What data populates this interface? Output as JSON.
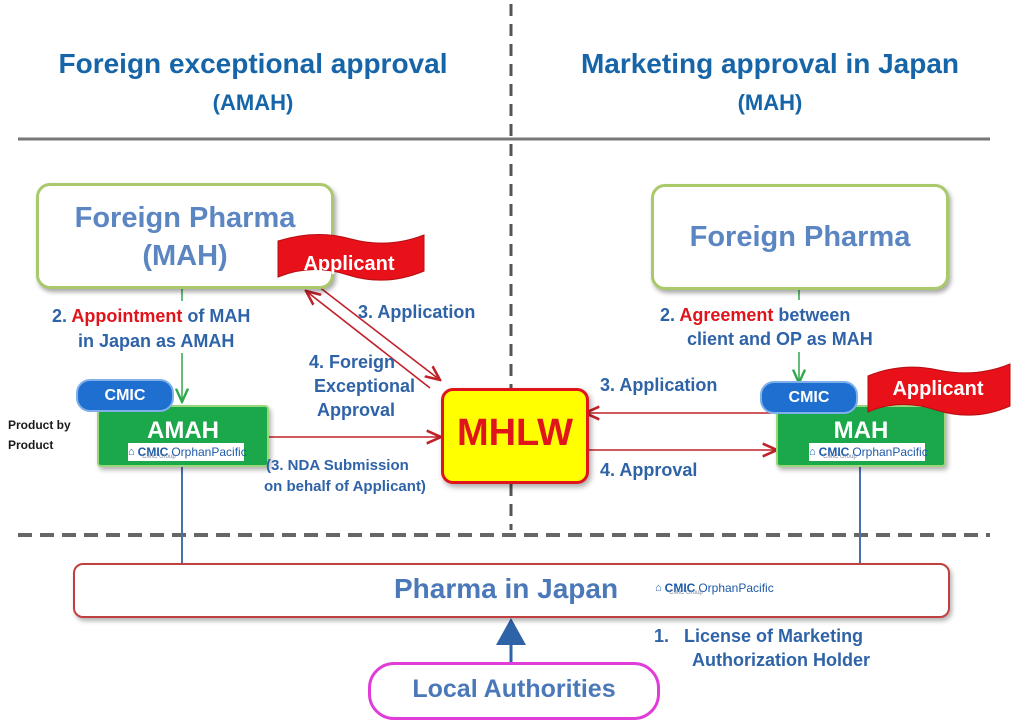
{
  "headers": {
    "left_title": "Foreign exceptional approval",
    "left_sub": "(AMAH)",
    "right_title": "Marketing approval in Japan",
    "right_sub": "(MAH)"
  },
  "left": {
    "pharma_line1": "Foreign Pharma",
    "pharma_line2": "(MAH)",
    "applicant_flag": "Applicant",
    "appointment_num": "2.",
    "appointment_word": "Appointment",
    "appointment_rest": "of MAH",
    "appointment_line2": "in Japan as AMAH",
    "application": "3. Application",
    "foreign_line1": "4. Foreign",
    "foreign_line2": "Exceptional",
    "foreign_line3": "Approval",
    "cmic_pill": "CMIC",
    "amah_label": "AMAH",
    "product_line1": "Product by",
    "product_line2": "Product",
    "nda_line1": "(3. NDA Submission",
    "nda_line2": "on behalf of Applicant)"
  },
  "center": {
    "mhlw": "MHLW"
  },
  "right": {
    "pharma": "Foreign Pharma",
    "agreement_num": "2.",
    "agreement_word": "Agreement",
    "agreement_rest": "between",
    "agreement_line2": "client and OP as MAH",
    "application": "3. Application",
    "approval": "4. Approval",
    "cmic_pill": "CMIC",
    "applicant_flag": "Applicant",
    "mah_label": "MAH"
  },
  "bottom": {
    "pharma_japan": "Pharma in Japan",
    "license_line1": "1.   License of Marketing",
    "license_line2": "Authorization Holder",
    "local_authorities": "Local Authorities"
  },
  "logo": {
    "brand": "CMIC",
    "name": "OrphanPacific",
    "group": "CMIC Group"
  },
  "colors": {
    "title_blue": "#1565a8",
    "text_blue": "#2f63a8",
    "accent_red": "#e0141b",
    "arrow_red": "#c0222a",
    "arrow_green": "#2fa84a",
    "mhlw_yellow": "#ffff00",
    "tile_green": "#1aa84a",
    "pill_blue": "#1e6fd0",
    "frame_pink": "#e03cd8"
  }
}
